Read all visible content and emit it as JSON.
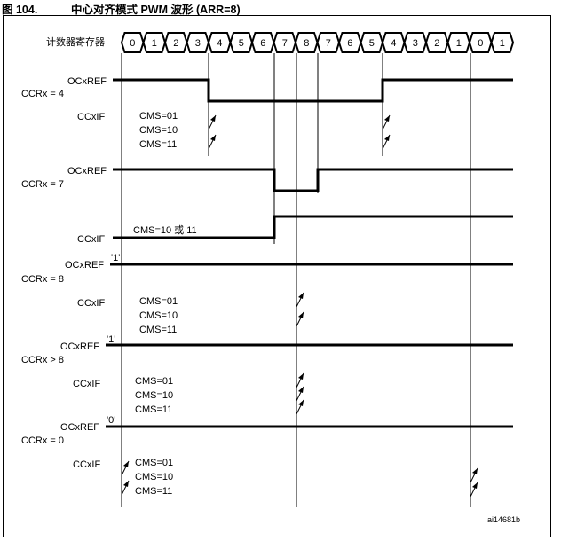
{
  "title": {
    "figure_number": "图 104.",
    "caption": "中心对齐模式 PWM 波形 (ARR=8)"
  },
  "counter": {
    "label": "计数器寄存器",
    "values": [
      "0",
      "1",
      "2",
      "3",
      "4",
      "5",
      "6",
      "7",
      "8",
      "7",
      "6",
      "5",
      "4",
      "3",
      "2",
      "1",
      "0",
      "1"
    ]
  },
  "signals": {
    "ocxref": "OCxREF",
    "ccxif": "CCxIF"
  },
  "cases": {
    "ccr4": "CCRx = 4",
    "ccr7": "CCRx = 7",
    "ccr8": "CCRx = 8",
    "ccrgt8": "CCRx > 8",
    "ccr0": "CCRx = 0"
  },
  "cms": {
    "cms01": "CMS=01",
    "cms10": "CMS=10",
    "cms11": "CMS=11",
    "cms10or11": "CMS=10 或 11"
  },
  "levels": {
    "one": "'1'",
    "zero": "'0'"
  },
  "figure_id": "ai14681b"
}
